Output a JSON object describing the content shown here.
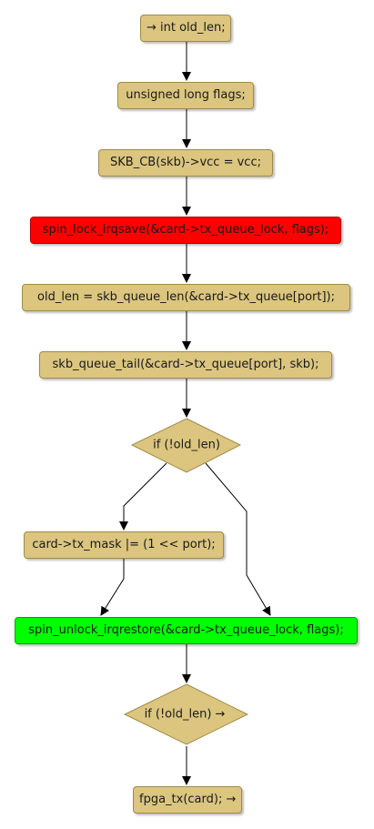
{
  "nodes": {
    "n1": "→ int old_len;",
    "n2": "unsigned long flags;",
    "n3": "SKB_CB(skb)->vcc = vcc;",
    "n4": "spin_lock_irqsave(&card->tx_queue_lock, flags);",
    "n5": "old_len = skb_queue_len(&card->tx_queue[port]);",
    "n6": "skb_queue_tail(&card->tx_queue[port], skb);",
    "d1": "if (!old_len)",
    "n7": "card->tx_mask |= (1 << port);",
    "n8": "spin_unlock_irqrestore(&card->tx_queue_lock, flags);",
    "d2": "if (!old_len) →",
    "n9": "fpga_tx(card); →"
  },
  "colors": {
    "node_fill": "#dbc57f",
    "lock_node": "#ff0000",
    "unlock_node": "#00ff00",
    "arrow": "#000000"
  }
}
